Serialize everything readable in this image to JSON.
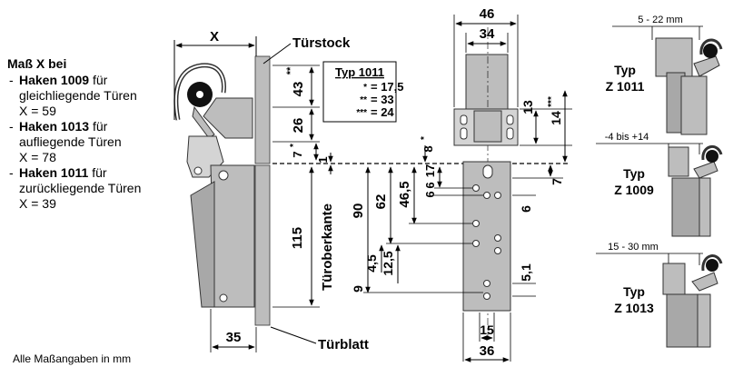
{
  "legend": {
    "title": "Maß X bei",
    "items": [
      {
        "name": "Haken 1009",
        "line1": "für",
        "line2": "gleichliegende Türen",
        "line3": "X = 59"
      },
      {
        "name": "Haken 1013",
        "line1": "für",
        "line2": "aufliegende Türen",
        "line3": "X = 78"
      },
      {
        "name": "Haken 1011",
        "line1": "für",
        "line2": "zurückliegende Türen",
        "line3": "X = 39"
      }
    ]
  },
  "footer": "Alle Maßangaben in mm",
  "side_view": {
    "label_x": "X",
    "label_tuerstock": "Türstock",
    "label_tuerkante": "Türoberkante",
    "label_tuerblatt": "Türblatt",
    "dims": {
      "d43": "43",
      "d43_star": "**",
      "d26": "26",
      "d7": "7",
      "d7_star": "*",
      "d1": "1",
      "d115": "115",
      "d35": "35"
    }
  },
  "typ_box": {
    "title": "Typ 1011",
    "rows": [
      {
        "star": "*",
        "value": "= 17,5"
      },
      {
        "star": "**",
        "value": "= 33"
      },
      {
        "star": "***",
        "value": "= 24"
      }
    ]
  },
  "front_view": {
    "dims": {
      "d46": "46",
      "d34": "34",
      "d13": "13",
      "d14": "14",
      "d14_star": "***",
      "d8": "8",
      "d8_star": "*",
      "d17": "17",
      "d6a": "6",
      "d6b": "6",
      "d7": "7",
      "d90": "90",
      "d62": "62",
      "d46_5": "46,5",
      "d6c": "6",
      "d4_5": "4,5",
      "d12_5": "12,5",
      "d9": "9",
      "d5_1": "5,1",
      "d15": "15",
      "d36": "36"
    }
  },
  "variants": [
    {
      "range": "5 - 22 mm",
      "typ": "Typ",
      "code": "Z 1011"
    },
    {
      "range": "-4 bis +14",
      "typ": "Typ",
      "code": "Z 1009"
    },
    {
      "range": "15 - 30 mm",
      "typ": "Typ",
      "code": "Z 1013"
    }
  ]
}
